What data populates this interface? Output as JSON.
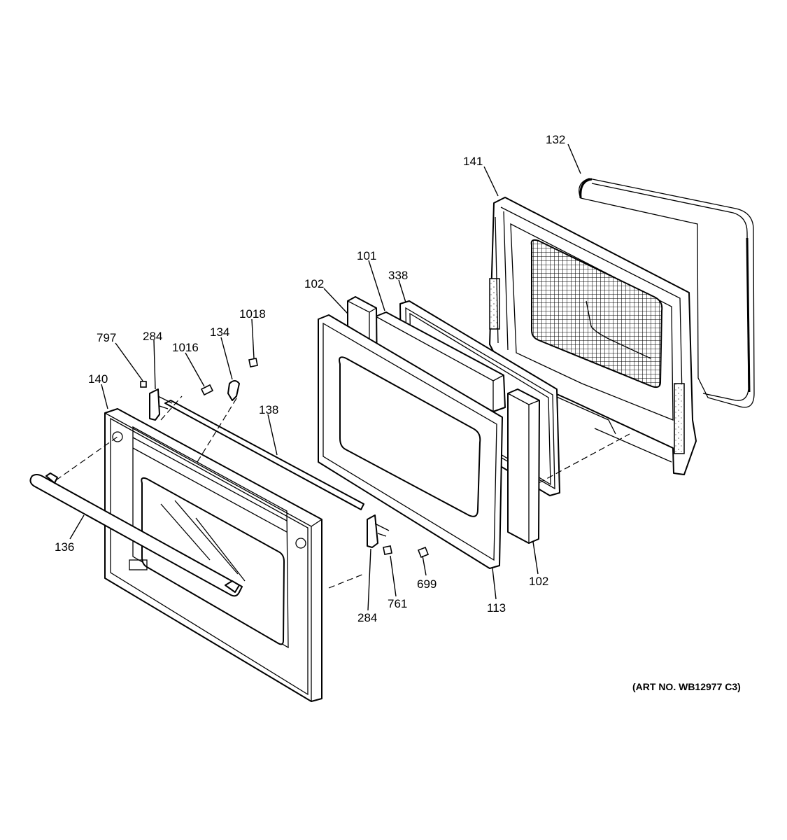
{
  "callouts": {
    "c132": "132",
    "c141": "141",
    "c101": "101",
    "c338": "338",
    "c102_top": "102",
    "c1018": "1018",
    "c134": "134",
    "c797": "797",
    "c284_top": "284",
    "c1016": "1016",
    "c140": "140",
    "c138": "138",
    "c136": "136",
    "c699": "699",
    "c102_bottom": "102",
    "c761": "761",
    "c113": "113",
    "c284_bottom": "284"
  },
  "art_number": "(ART NO. WB12977 C3)"
}
